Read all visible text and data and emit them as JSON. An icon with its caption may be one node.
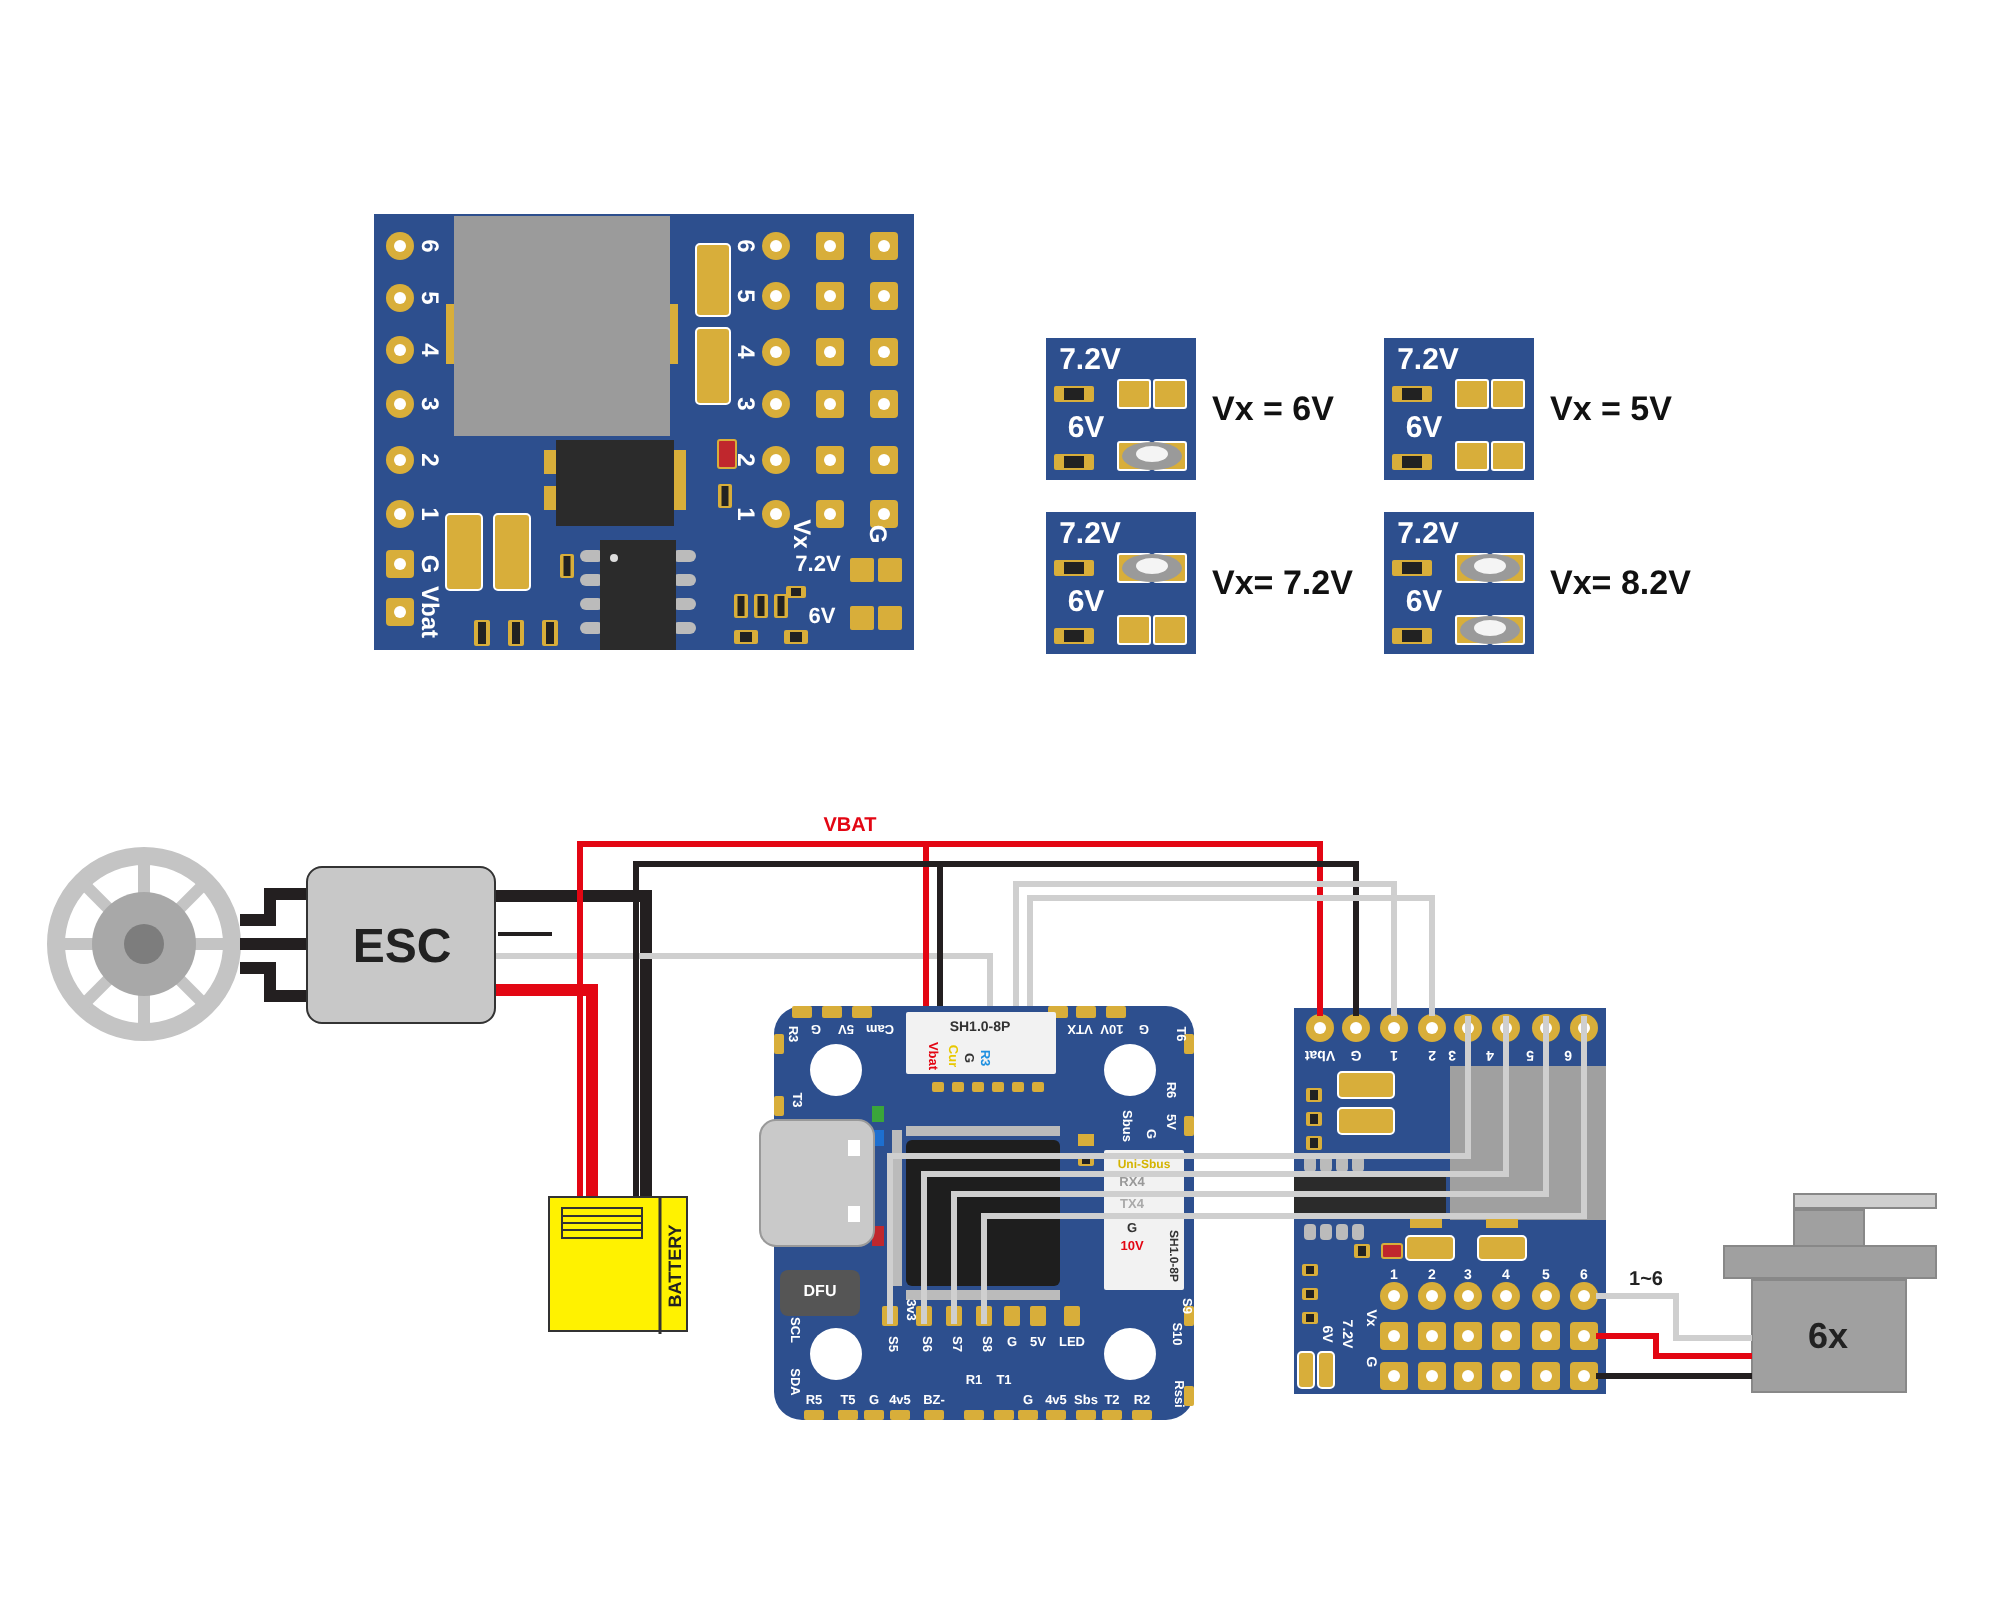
{
  "diagram": {
    "nodes": [
      {
        "text": [
          "6",
          "5",
          "4",
          "3",
          "2",
          "1",
          "G",
          "Vbat",
          "6",
          "5",
          "4",
          "3",
          "2",
          "1",
          "Vx",
          "G",
          "7.2V",
          "6V"
        ]
      },
      {
        "text": [
          "7.2V",
          "6V"
        ],
        "beside": [
          "Vx = 6V"
        ]
      },
      {
        "text": [
          "7.2V",
          "6V"
        ],
        "beside": [
          "Vx = 5V"
        ]
      },
      {
        "text": [
          "7.2V",
          "6V"
        ],
        "beside": [
          "Vx= 7.2V"
        ]
      },
      {
        "text": [
          "7.2V",
          "6V"
        ],
        "beside": [
          "Vx= 8.2V"
        ]
      },
      {
        "text": [],
        "shape": "picture"
      },
      {
        "text": [
          "ESC"
        ]
      },
      {
        "text": [
          "BATTERY"
        ]
      },
      {
        "text": [
          "R3",
          "G",
          "5V",
          "Cam",
          "SH1.0-8P",
          "Vbat",
          "Cur",
          "G",
          "R3",
          "VTX",
          "10V",
          "G",
          "T6",
          "T3",
          "R6",
          "5V",
          "G",
          "Sbus",
          "Uni-Sbus",
          "RX4",
          "TX4",
          "G",
          "10V",
          "SH1.0-8P",
          "DFU",
          "3v3",
          "S5",
          "S6",
          "S7",
          "S8",
          "G",
          "5V",
          "LED",
          "S10",
          "S9",
          "SCL",
          "SDA",
          "R5",
          "T5",
          "G",
          "4v5",
          "BZ-",
          "R1",
          "T1",
          "G",
          "4v5",
          "Sbs",
          "T2",
          "R2",
          "Rssi"
        ]
      },
      {
        "text": [
          "Vbat",
          "G",
          "1",
          "2",
          "3",
          "4",
          "5",
          "6",
          "1",
          "2",
          "3",
          "4",
          "5",
          "6",
          "Vx",
          "G",
          "7.2V",
          "6V"
        ]
      },
      {
        "text": [
          "6x"
        ]
      }
    ],
    "edges": [
      {
        "from": 5,
        "to": 6,
        "arrow": "none",
        "style": "thick",
        "color": "#231f20"
      },
      {
        "from": 5,
        "to": 6,
        "arrow": "none",
        "style": "thick",
        "color": "#231f20"
      },
      {
        "from": 5,
        "to": 6,
        "arrow": "none",
        "style": "thick",
        "color": "#231f20"
      },
      {
        "from": 6,
        "to": 7,
        "arrow": "none",
        "style": "thick",
        "color": "#e30613"
      },
      {
        "from": 6,
        "to": 7,
        "arrow": "none",
        "style": "thick",
        "color": "#231f20"
      },
      {
        "from": 6,
        "to": 8,
        "arrow": "none"
      },
      {
        "from": 7,
        "to": 8,
        "arrow": "none",
        "label": "VBAT",
        "color": "#e30613"
      },
      {
        "from": 7,
        "to": 9,
        "arrow": "none",
        "color": "#e30613"
      },
      {
        "from": 7,
        "to": 8,
        "arrow": "none",
        "color": "#231f20"
      },
      {
        "from": 7,
        "to": 9,
        "arrow": "none",
        "color": "#231f20"
      },
      {
        "from": 8,
        "to": 9,
        "arrow": "none"
      },
      {
        "from": 8,
        "to": 9,
        "arrow": "none"
      },
      {
        "from": 8,
        "to": 9,
        "arrow": "none"
      },
      {
        "from": 8,
        "to": 9,
        "arrow": "none"
      },
      {
        "from": 8,
        "to": 9,
        "arrow": "none"
      },
      {
        "from": 8,
        "to": 9,
        "arrow": "none"
      },
      {
        "from": 9,
        "to": 10,
        "arrow": "none",
        "label": "1~6"
      },
      {
        "from": 9,
        "to": 10,
        "arrow": "none",
        "color": "#e30613"
      },
      {
        "from": 9,
        "to": 10,
        "arrow": "none",
        "color": "#231f20"
      }
    ]
  }
}
